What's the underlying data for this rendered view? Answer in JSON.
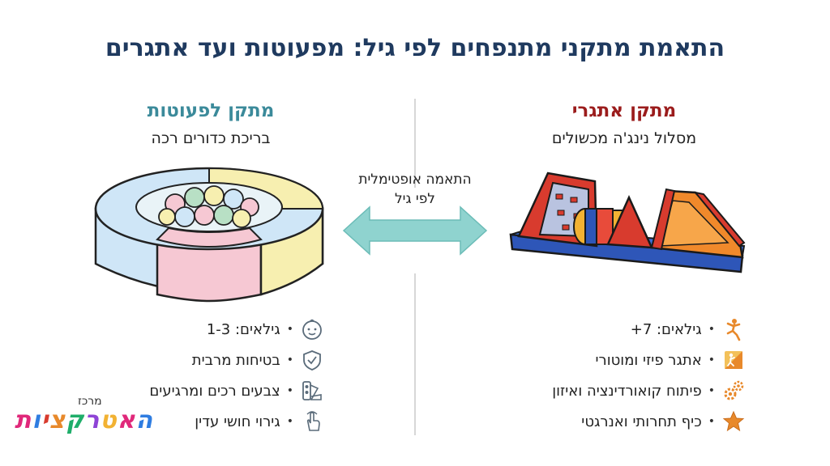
{
  "title": "התאמת מתקני מתנפחים לפי גיל: מפעוטות ועד אתגרים",
  "left_column": {
    "heading": "מתקן לפעוטות",
    "subtitle": "בריכת כדורים רכה",
    "heading_color": "#3b8a9a",
    "features": [
      {
        "icon": "baby-face-icon",
        "text": "גילאים: 1-3"
      },
      {
        "icon": "shield-check-icon",
        "text": "בטיחות מרבית"
      },
      {
        "icon": "color-palette-icon",
        "text": "צבעים רכים ומרגיעים"
      },
      {
        "icon": "touch-hand-icon",
        "text": "גירוי חושי עדין"
      }
    ]
  },
  "right_column": {
    "heading": "מתקן אתגרי",
    "subtitle": "מסלול נינג'ה מכשולים",
    "heading_color": "#9b1c1c",
    "features": [
      {
        "icon": "jumping-person-icon",
        "text": "גילאים: 7+"
      },
      {
        "icon": "climbing-icon",
        "text": "אתגר פיזי ומוטורי"
      },
      {
        "icon": "gears-icon",
        "text": "פיתוח קואורדינציה ואיזון"
      },
      {
        "icon": "star-icon",
        "text": "כיף תחרותי ואנרגטי"
      }
    ]
  },
  "middle": {
    "caption_line1": "התאמה אופטימלית",
    "caption_line2": "לפי גיל",
    "arrow_color": "#8fd3cf"
  },
  "logo": {
    "top": "מרכז",
    "main": "האטרקציות"
  },
  "colors": {
    "title": "#1f3a5f",
    "icon_orange": "#e8892b",
    "icon_gray": "#5a6b7a"
  }
}
